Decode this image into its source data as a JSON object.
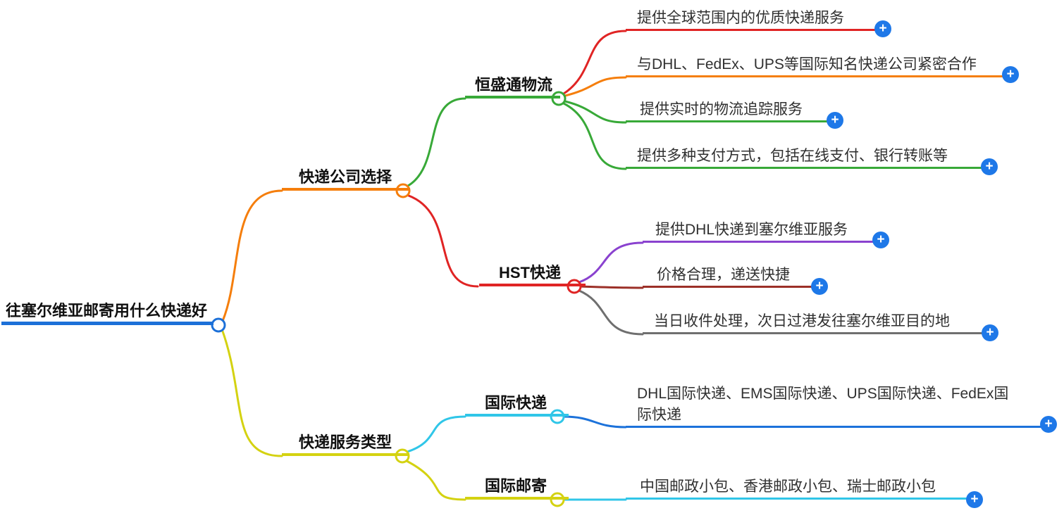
{
  "mindmap": {
    "root": {
      "label": "往塞尔维亚邮寄用什么快递好",
      "color": "#1C70D8"
    },
    "branches": [
      {
        "label": "快递公司选择",
        "color": "#F57E0C",
        "children": [
          {
            "label": "恒盛通物流",
            "color": "#38A938",
            "leaves": [
              {
                "text": "提供全球范围内的优质快递服务",
                "color": "#E02424"
              },
              {
                "text": "与DHL、FedEx、UPS等国际知名快递公司紧密合作",
                "color": "#F57E0C"
              },
              {
                "text": "提供实时的物流追踪服务",
                "color": "#38A938"
              },
              {
                "text": "提供多种支付方式，包括在线支付、银行转账等",
                "color": "#38A938"
              }
            ]
          },
          {
            "label": "HST快递",
            "color": "#E02424",
            "leaves": [
              {
                "text": "提供DHL快递到塞尔维亚服务",
                "color": "#8A42CF"
              },
              {
                "text": "价格合理，递送快捷",
                "color": "#9C3028"
              },
              {
                "text": "当日收件处理，次日过港发往塞尔维亚目的地",
                "color": "#6F6F6F"
              }
            ]
          }
        ]
      },
      {
        "label": "快递服务类型",
        "color": "#D4D211",
        "children": [
          {
            "label": "国际快递",
            "color": "#30C6E8",
            "leaves": [
              {
                "text": "DHL国际快递、EMS国际快递、UPS国际快递、FedEx国际快递",
                "color": "#1C72DA"
              }
            ]
          },
          {
            "label": "国际邮寄",
            "color": "#D4D211",
            "leaves": [
              {
                "text": "中国邮政小包、香港邮政小包、瑞士邮政小包",
                "color": "#30C6E8"
              }
            ]
          }
        ]
      }
    ]
  },
  "ui": {
    "add_button_glyph": "+",
    "add_button_color": "#1E78E8",
    "background": "#FFFFFF"
  }
}
